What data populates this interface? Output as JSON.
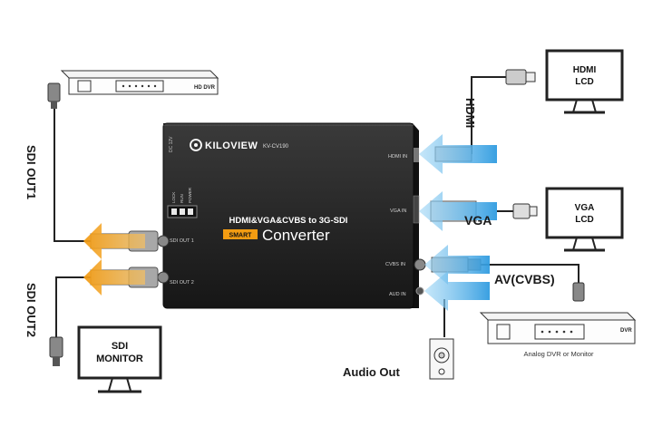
{
  "device": {
    "brand": "KILOVIEW",
    "model": "KV-CV190",
    "title_line": "HDMI&VGA&CVBS to 3G-SDI",
    "badge": "SMART",
    "product": "Converter",
    "power_label": "DC 12V",
    "indicator_labels": [
      "LOCK",
      "RUN",
      "POWER"
    ],
    "port_labels": {
      "hdmi_in": "HDMI IN",
      "vga_in": "VGA IN",
      "cvbs_in": "CVBS IN",
      "audio_in": "AUD IN",
      "sdi_out1": "SDI OUT 1",
      "sdi_out2": "SDI OUT 2"
    }
  },
  "devices": {
    "hd_dvr": "HD DVR",
    "hdmi_lcd": "HDMI\nLCD",
    "vga_lcd": "VGA\nLCD",
    "dvr": "DVR",
    "sdi_monitor": "SDI\nMONITOR",
    "analog_caption": "Analog DVR or Monitor"
  },
  "labels": {
    "sdi_out1": "SDI OUT1",
    "sdi_out2": "SDI OUT2",
    "hdmi": "HDMI",
    "vga": "VGA",
    "av": "AV(CVBS)",
    "audio_out": "Audio Out"
  },
  "colors": {
    "input_arrow": "#4fb3ea",
    "output_arrow": "#f5a623",
    "device_body": "#2a2a2a",
    "badge": "#f39c12"
  }
}
